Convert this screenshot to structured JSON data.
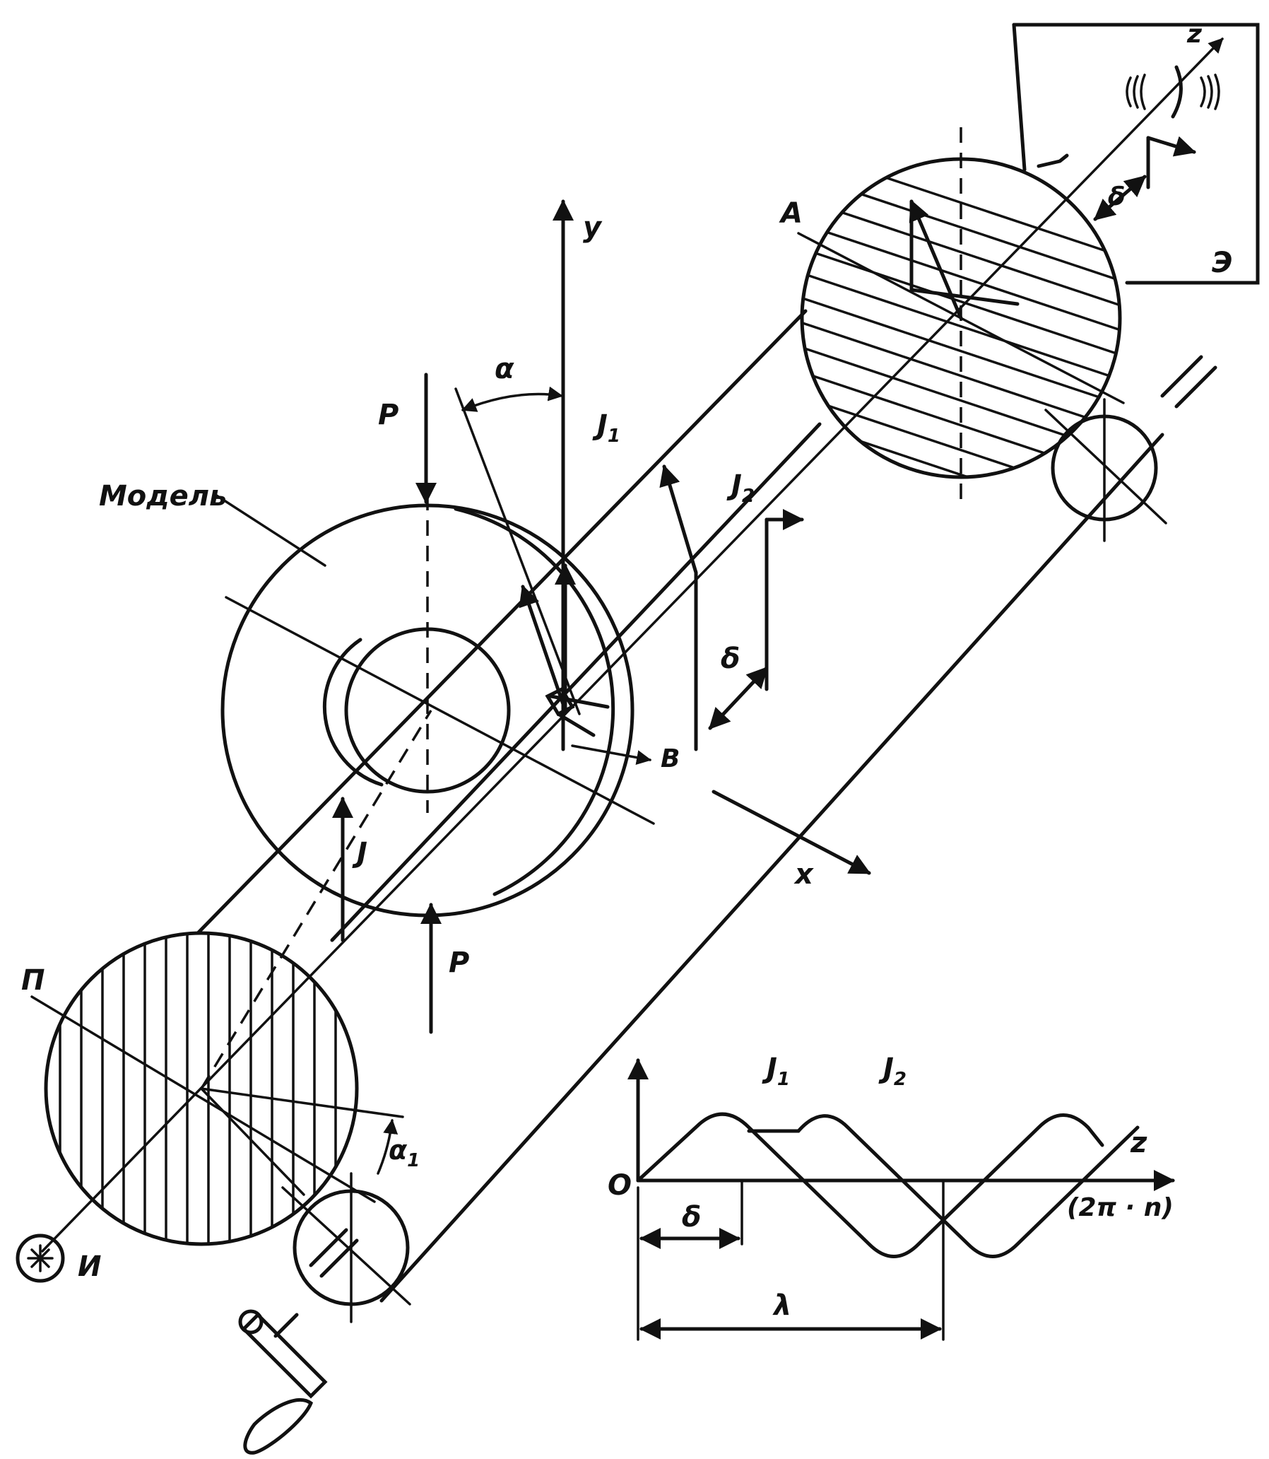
{
  "labels": {
    "axis_y": "y",
    "axis_x": "x",
    "axis_z": "z",
    "alpha": "α",
    "alpha1": "α",
    "alpha1_sub": "1",
    "force_top": "P",
    "force_bottom": "P",
    "model": "Модель",
    "polarizer": "П",
    "analyzer": "А",
    "screen": "Э",
    "source": "И",
    "beam": "J",
    "beam1": "J",
    "beam1_sub": "1",
    "beam2": "J",
    "beam2_sub": "2",
    "delta_mid": "δ",
    "delta_top": "δ",
    "point_b": "В"
  },
  "graph": {
    "origin": "O",
    "curve1": "J",
    "curve1_sub": "1",
    "curve2": "J",
    "curve2_sub": "2",
    "axis_label": "z",
    "axis_units": "(2π · n)",
    "delta": "δ",
    "lambda": "λ"
  }
}
